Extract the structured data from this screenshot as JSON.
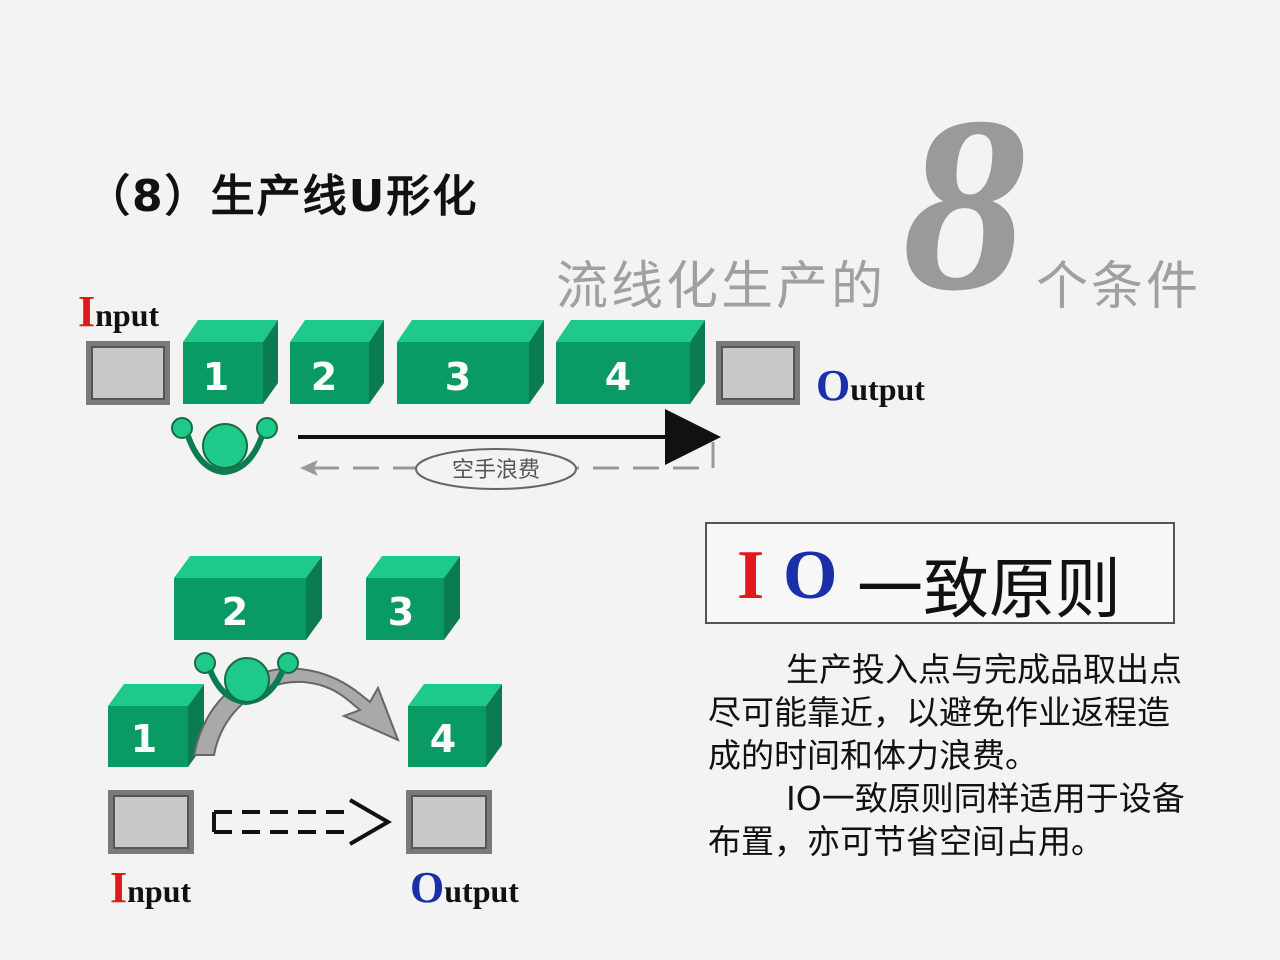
{
  "title": "（8）生产线U形化",
  "subtitle": {
    "left": "流线化生产的",
    "number": "8",
    "right": "个条件"
  },
  "top_line": {
    "input_label": {
      "cap": "I",
      "rest": "nput"
    },
    "output_label": {
      "cap": "O",
      "rest": "utput"
    },
    "stations": [
      "1",
      "2",
      "3",
      "4"
    ],
    "waste_label": "空手浪费"
  },
  "u_line": {
    "stations": [
      "1",
      "2",
      "3",
      "4"
    ],
    "input_label": {
      "cap": "I",
      "rest": "nput"
    },
    "output_label": {
      "cap": "O",
      "rest": "utput"
    }
  },
  "principle": {
    "i": "I",
    "o": "O",
    "text": "一致原则"
  },
  "description": [
    "生产投入点与完成品取出点尽可能靠近，以避免作业返程造成的时间和体力浪费。",
    "IO一致原则同样适用于设备布置，亦可节省空间占用。"
  ],
  "colors": {
    "station_front": "#0a9a63",
    "station_top": "#1fc98a",
    "station_side": "#0b7c52",
    "input_red": "#e0191e",
    "output_blue": "#1a2fa8"
  },
  "icons": [
    "worker-icon",
    "machine-box-icon",
    "flow-arrow-icon"
  ]
}
